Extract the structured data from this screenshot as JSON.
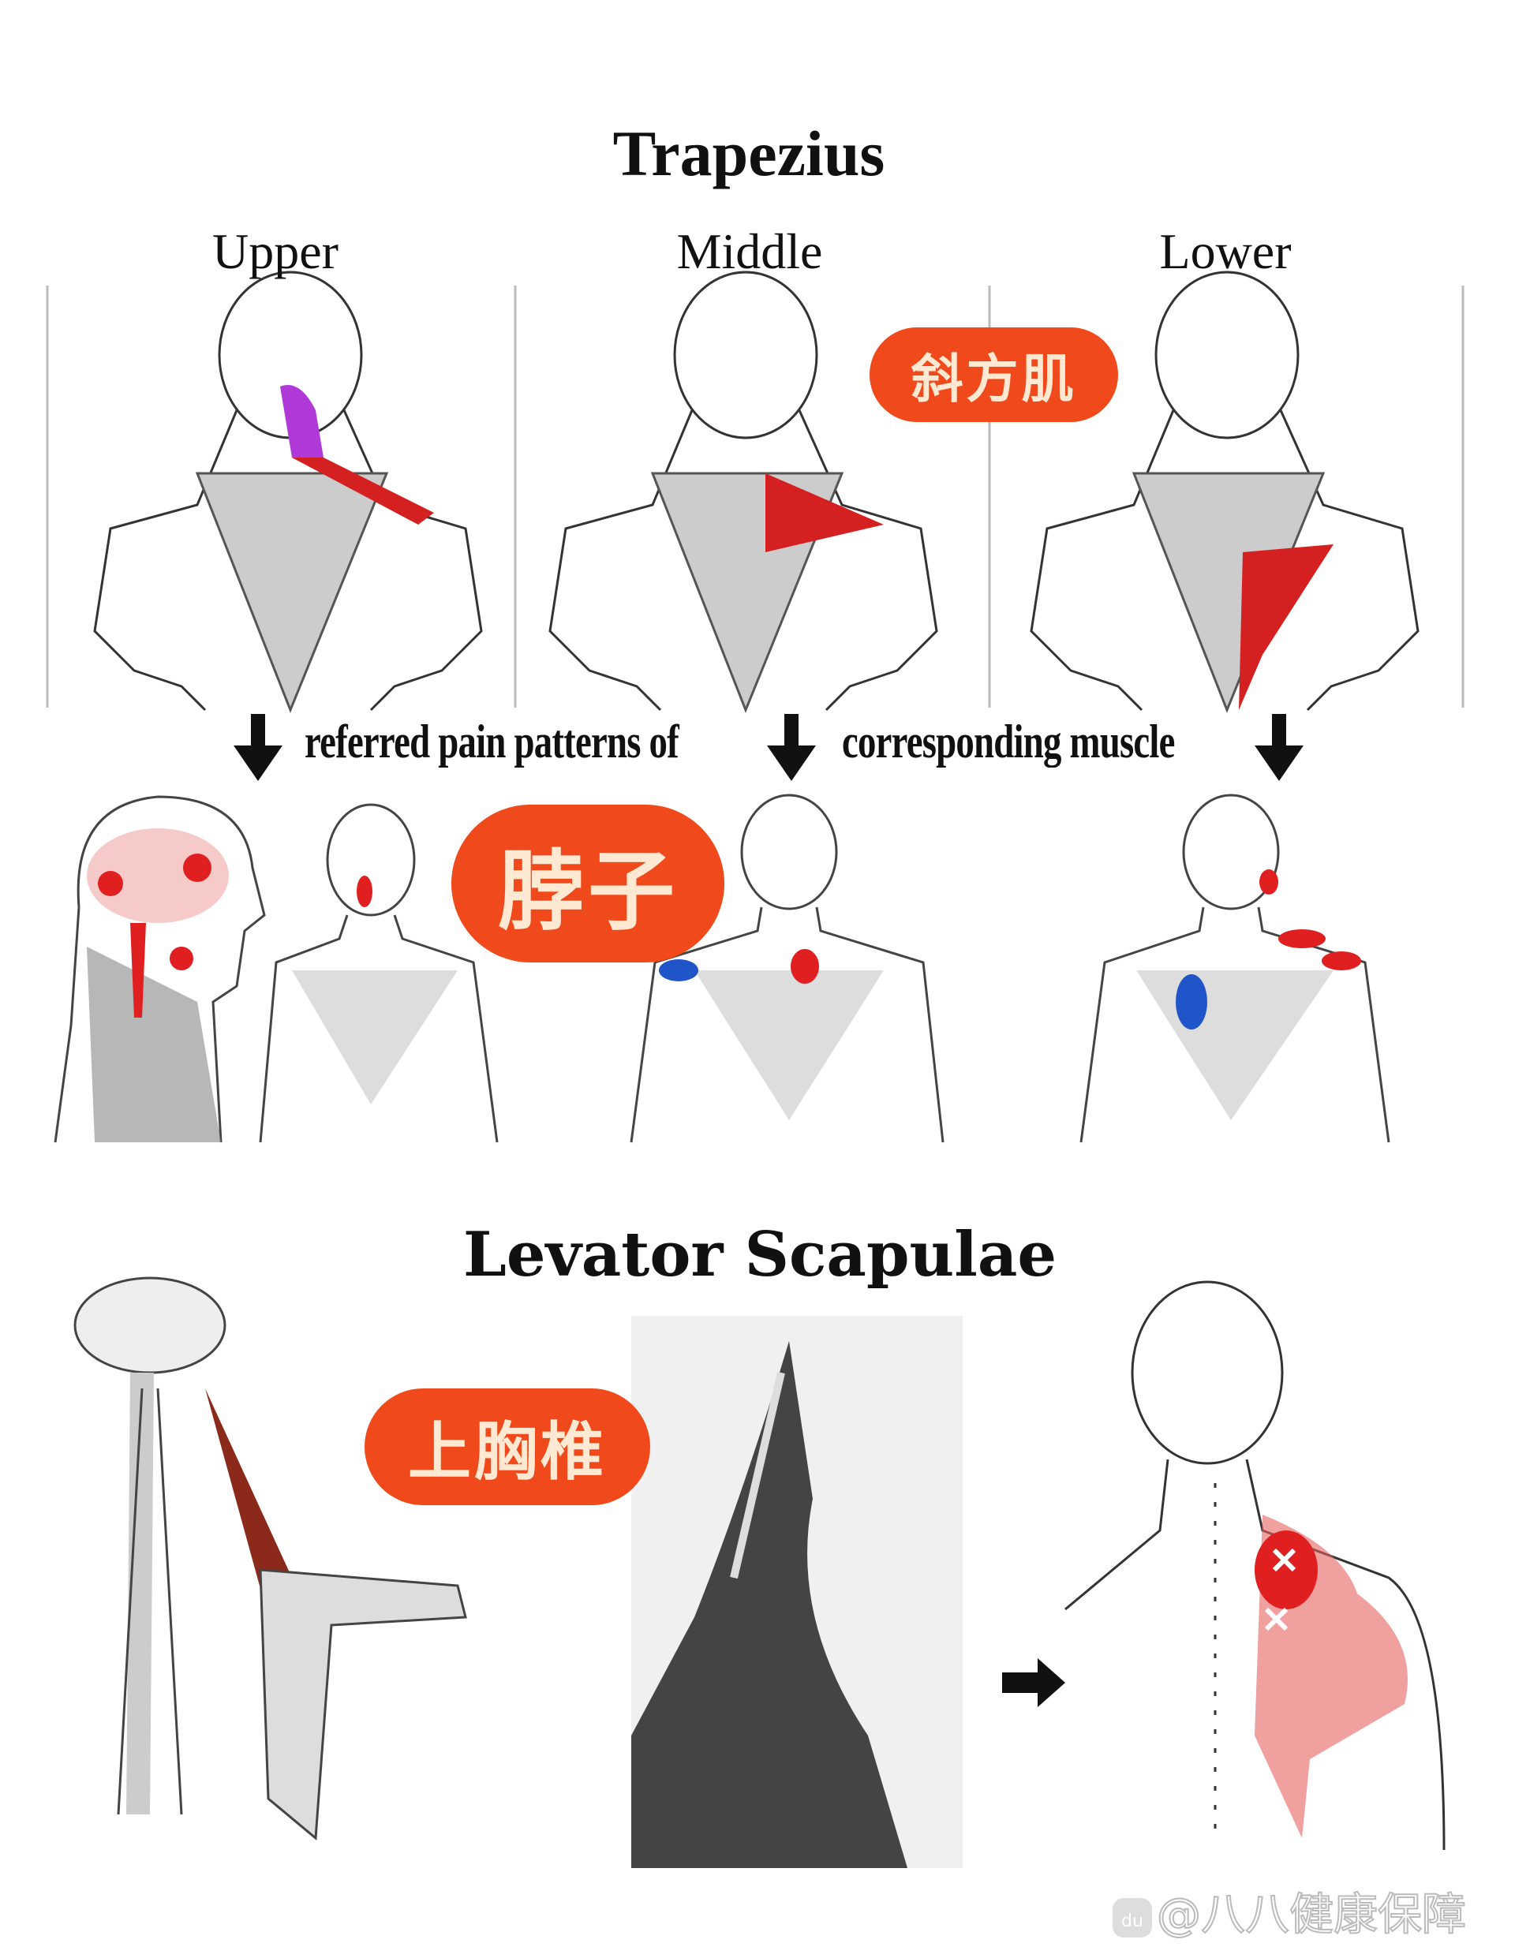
{
  "trapezius": {
    "title": "Trapezius",
    "sections": [
      "Upper",
      "Middle",
      "Lower"
    ],
    "badge": "斜方肌"
  },
  "referred": {
    "caption_left": "referred pain patterns of",
    "caption_right": "corresponding muscle",
    "badge": "脖子"
  },
  "levator": {
    "title": "Levator Scapulae",
    "badge": "上胸椎"
  },
  "watermark": {
    "logo": "du",
    "text": "@八八健康保障"
  },
  "colors": {
    "muscle_red": "#d42020",
    "pain_blue": "#1f55c8",
    "purple": "#b03ad8",
    "badge": "#f04a1c"
  }
}
